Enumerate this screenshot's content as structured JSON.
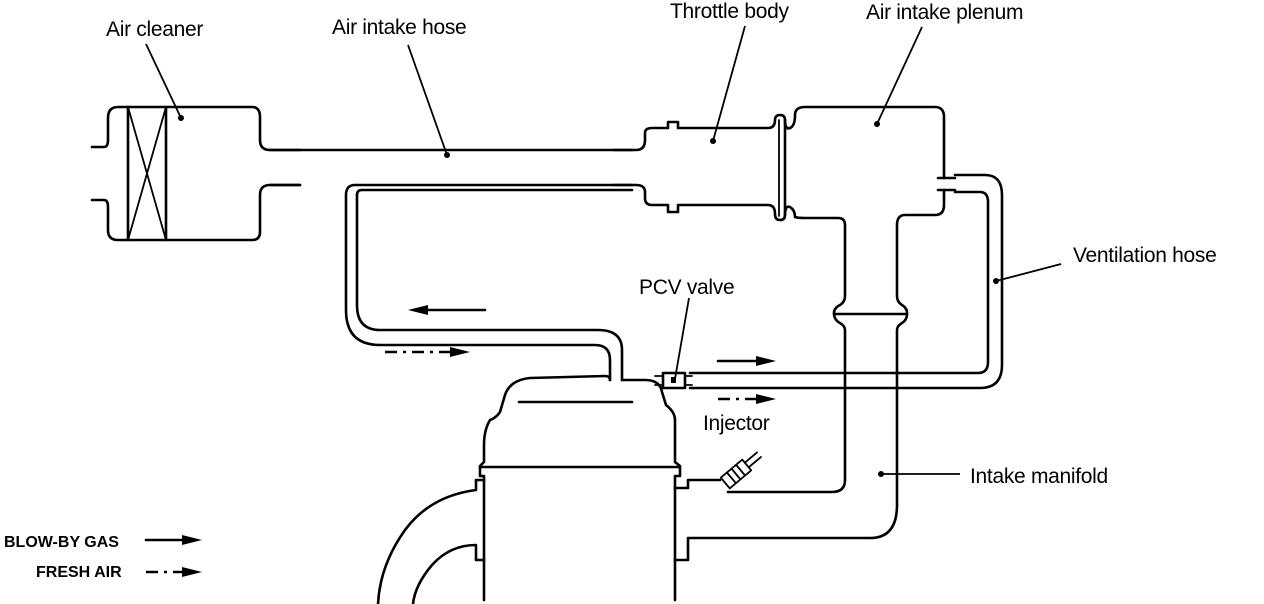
{
  "title": "Positive crankcase ventilation (PCV) system",
  "labels": {
    "air_cleaner": "Air cleaner",
    "air_intake_hose": "Air intake hose",
    "throttle_body": "Throttle body",
    "air_intake_plenum": "Air intake plenum",
    "ventilation_hose": "Ventilation hose",
    "pcv_valve": "PCV valve",
    "injector": "Injector",
    "intake_manifold": "Intake manifold"
  },
  "legend": [
    {
      "label": "BLOW-BY GAS",
      "line_style": "solid",
      "icon": "solid-arrow-icon"
    },
    {
      "label": "FRESH AIR",
      "line_style": "dash-dot",
      "icon": "dashed-arrow-icon"
    }
  ],
  "colors": {
    "line": "#000000",
    "background": "#ffffff"
  }
}
